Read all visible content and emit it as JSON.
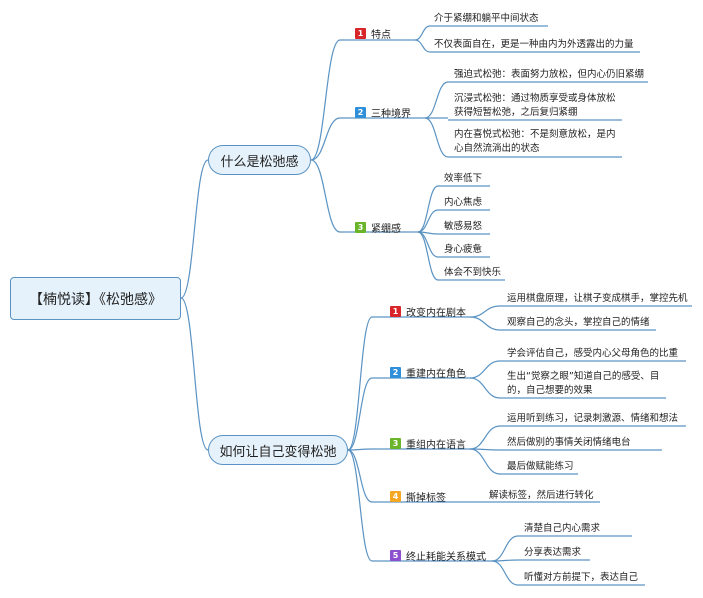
{
  "root": "【楠悦读】《松弛感》",
  "colors": {
    "line": "#5a93c3",
    "node_fill": "#e6f2fb"
  },
  "branches": [
    {
      "label": "什么是松弛感",
      "subs": [
        {
          "badge": "1",
          "label": "特点",
          "leaves": [
            "介于紧绷和躺平中间状态",
            "不仅表面自在，更是一种由内为外透露出的力量"
          ]
        },
        {
          "badge": "2",
          "label": "三种境界",
          "leaves": [
            "强迫式松弛：表面努力放松，但内心仍旧紧绷",
            "沉浸式松弛：通过物质享受或身体放松获得短暂松弛，之后复归紧绷",
            "内在喜悦式松弛：不是刻意放松，是内心自然流淌出的状态"
          ]
        },
        {
          "badge": "3",
          "label": "紧绷感",
          "leaves": [
            "效率低下",
            "内心焦虑",
            "敏感易怒",
            "身心疲惫",
            "体会不到快乐"
          ]
        }
      ]
    },
    {
      "label": "如何让自己变得松弛",
      "subs": [
        {
          "badge": "1",
          "label": "改变内在剧本",
          "leaves": [
            "运用棋盘原理，让棋子变成棋手，掌控先机",
            "观察自己的念头，掌控自己的情绪"
          ]
        },
        {
          "badge": "2",
          "label": "重建内在角色",
          "leaves": [
            "学会评估自己，感受内心父母角色的比重",
            "生出“觉察之眼”知道自己的感受、目的，自己想要的效果"
          ]
        },
        {
          "badge": "3",
          "label": "重组内在语言",
          "leaves": [
            "运用听到练习，记录刺激源、情绪和想法",
            "然后做别的事情关闭情绪电台",
            "最后做赋能练习"
          ]
        },
        {
          "badge": "4",
          "label": "撕掉标签",
          "leaves": [
            "解读标签，然后进行转化"
          ]
        },
        {
          "badge": "5",
          "label": "终止耗能关系模式",
          "leaves": [
            "清楚自己内心需求",
            "分享表达需求",
            "听懂对方前提下，表达自己"
          ]
        }
      ]
    }
  ]
}
